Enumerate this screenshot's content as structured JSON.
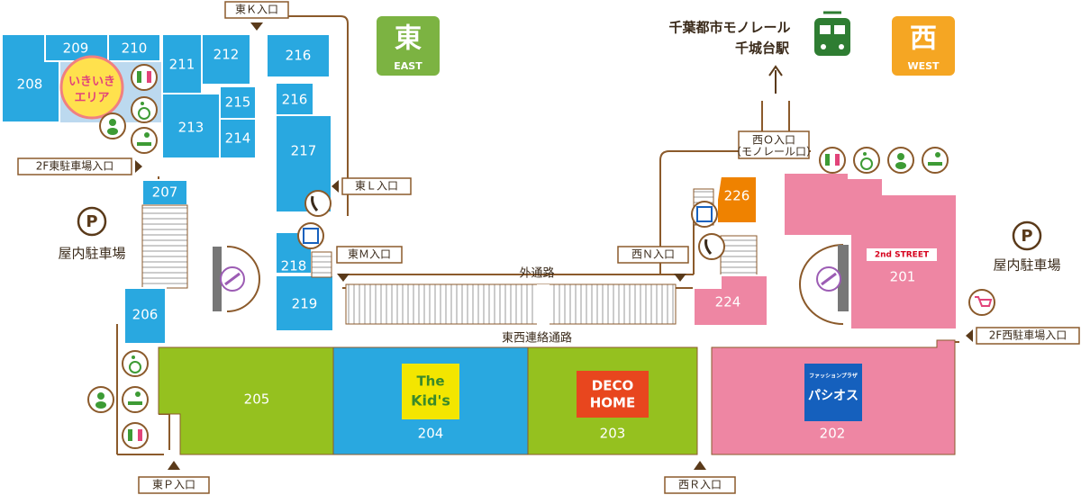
{
  "compass": {
    "east": {
      "kanji": "東",
      "roman": "EAST",
      "color": "#7cb342"
    },
    "west": {
      "kanji": "西",
      "roman": "WEST",
      "color": "#f5a623"
    }
  },
  "station": {
    "line1": "千葉都市モノレール",
    "line2": "千城台駅",
    "icon": "train-icon"
  },
  "parking": {
    "east": {
      "symbol": "P",
      "label": "屋内駐車場"
    },
    "west": {
      "symbol": "P",
      "label": "屋内駐車場"
    }
  },
  "entrances": {
    "k": "東Ｋ入口",
    "l": "東Ｌ入口",
    "m": "東Ｍ入口",
    "p": "東Ｐ入口",
    "parking_2f_east": "2F東駐車場入口",
    "n": "西Ｎ入口",
    "o": "西Ｏ入口",
    "o_sub": "（モノレール口）",
    "r": "西Ｒ入口",
    "parking_2f_west": "2F西駐車場入口"
  },
  "passages": {
    "outer": "外通路",
    "connector": "東西連絡通路"
  },
  "shops": {
    "s201": "201",
    "s202": "202",
    "s203": "203",
    "s204": "204",
    "s205": "205",
    "s206": "206",
    "s207": "207",
    "s208": "208",
    "s209": "209",
    "s210": "210",
    "s211": "211",
    "s212": "212",
    "s213": "213",
    "s214": "214",
    "s215": "215",
    "s216a": "216",
    "s216b": "216",
    "s217": "217",
    "s218": "218",
    "s219": "219",
    "s224": "224",
    "s226": "226"
  },
  "brands": {
    "ikiiki": {
      "line1": "いきいき",
      "line2": "エリア"
    },
    "thekids": {
      "line1": "The",
      "line2": "Kid's"
    },
    "decohome": {
      "line1": "DECO",
      "line2": "HOME"
    },
    "secondstreet": {
      "text": "2nd STREET"
    },
    "pasios": {
      "sub": "ファッションプラザ",
      "main": "パシオス"
    }
  },
  "colors": {
    "blue": "#29a8e0",
    "green": "#95c11f",
    "pink": "#ee86a3",
    "orange": "#ef8200",
    "brown": "#8b5a2b",
    "dark_green": "#2e7d32",
    "facility_green": "#3d9b35"
  }
}
